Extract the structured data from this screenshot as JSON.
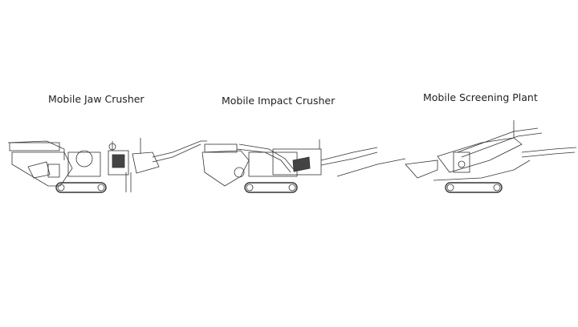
{
  "machines": [
    {
      "title": "Mobile Jaw Crusher"
    },
    {
      "title": "Mobile Impact Crusher"
    },
    {
      "title": "Mobile Screening Plant"
    }
  ],
  "colors": {
    "line": "#333333",
    "background": "#ffffff"
  }
}
